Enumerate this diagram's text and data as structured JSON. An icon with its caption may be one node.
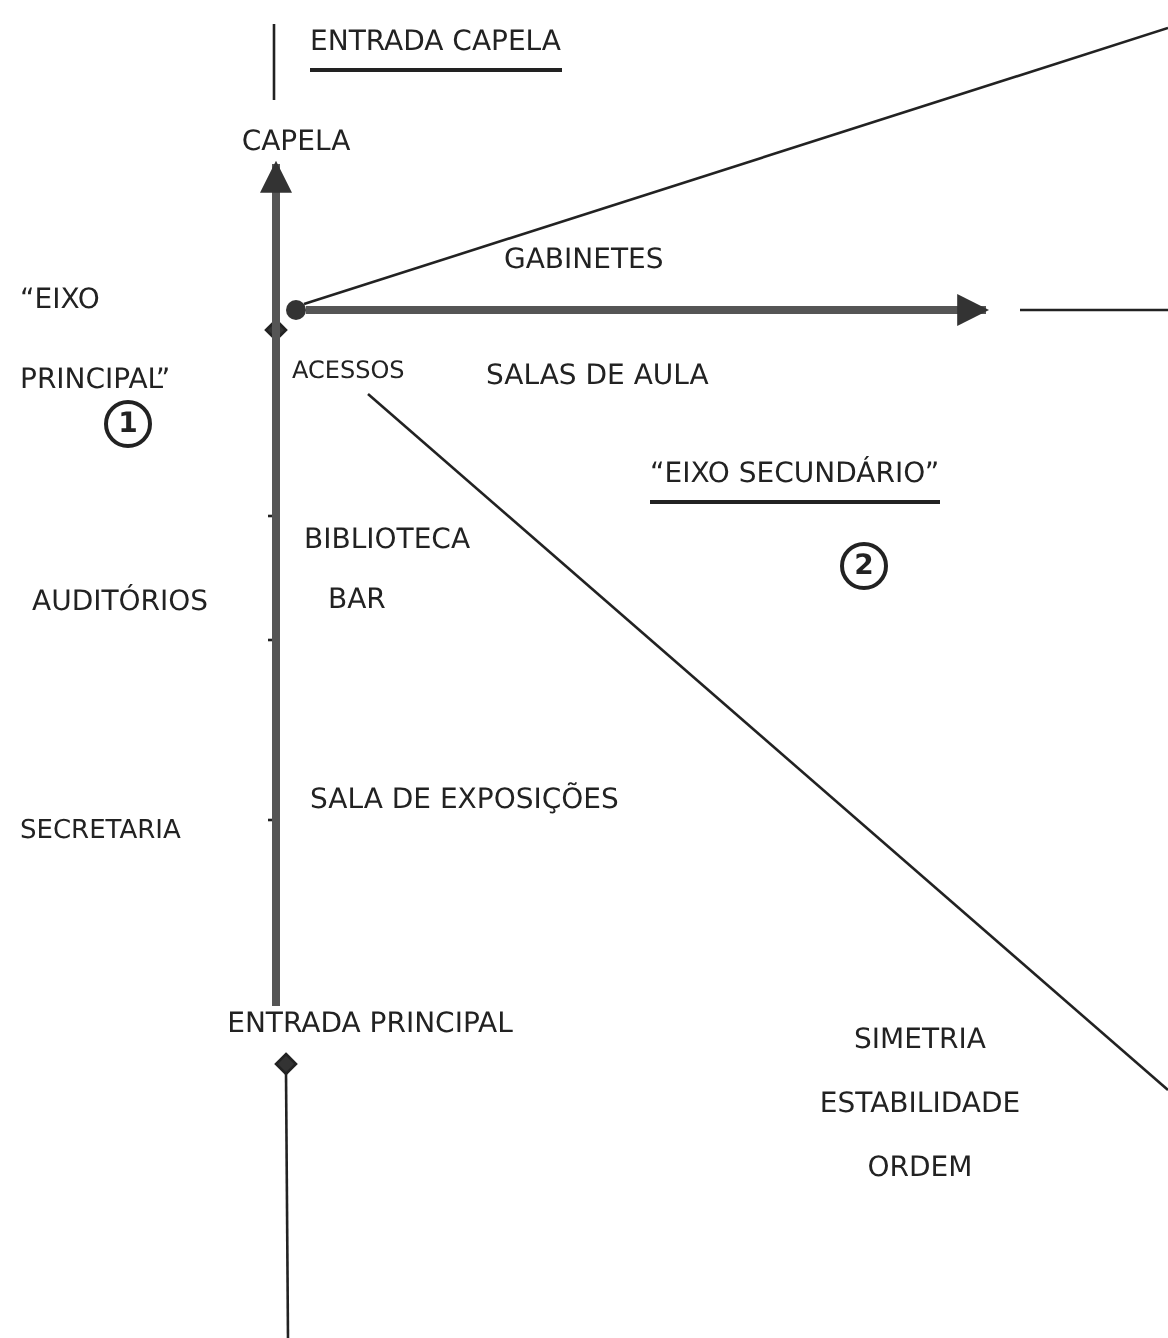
{
  "diagram": {
    "nodes": [
      {
        "text": [
          "CAPELA"
        ]
      },
      {
        "text": [
          "ENTRADA PRINCIPAL"
        ]
      },
      {
        "text": [],
        "shape": "circle"
      }
    ],
    "edges": [
      {
        "from": 1,
        "to": 0,
        "arrow": "to"
      },
      {
        "from": 2,
        "to": null,
        "arrow": "to"
      }
    ],
    "labels": [
      "ENTRADA CAPELA",
      "“EIXO PRINCIPAL”",
      "1",
      "GABINETES",
      "ACESSOS",
      "SALAS DE AULA",
      "“EIXO SECUNDÁRIO”",
      "2",
      "BIBLIOTECA",
      "BAR",
      "AUDITÓRIOS",
      "SECRETARIA",
      "SALA DE EXPOSIÇÕES",
      "SIMETRIA ESTABILIDADE ORDEM"
    ]
  }
}
